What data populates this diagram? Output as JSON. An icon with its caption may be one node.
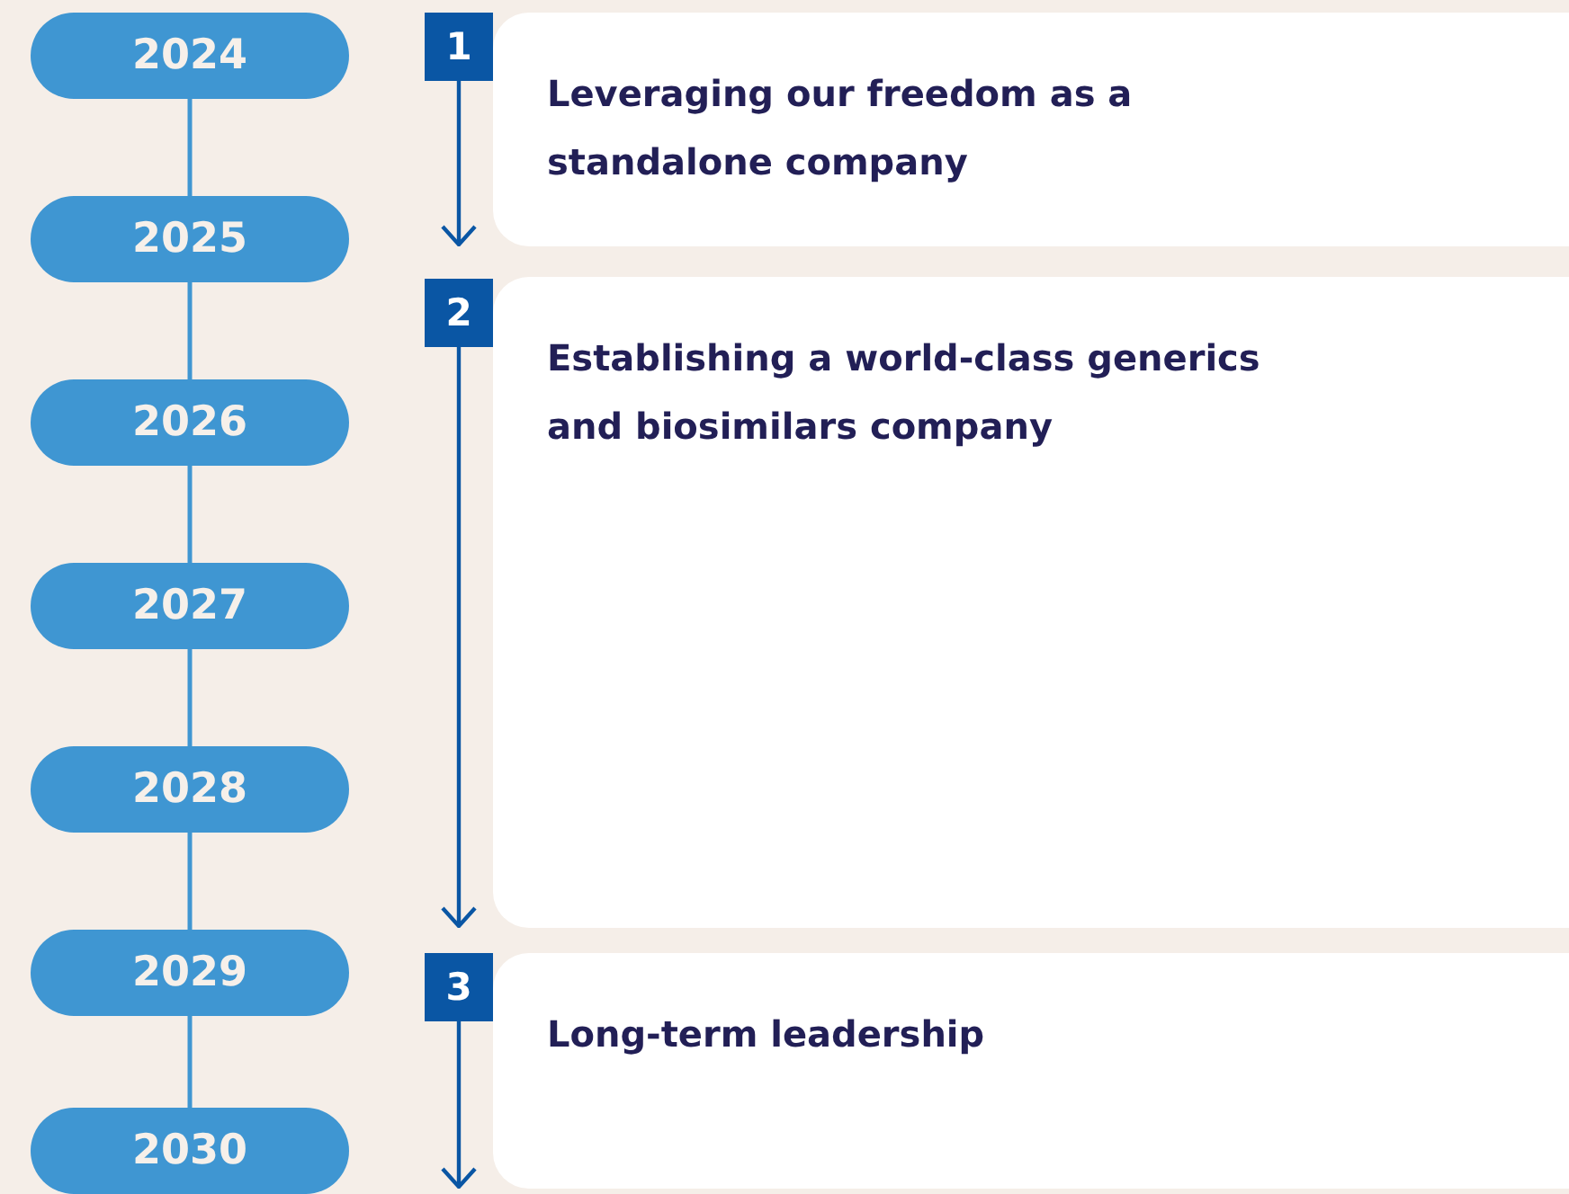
{
  "diagram": {
    "nodes": [
      {
        "text": [
          "2024"
        ]
      },
      {
        "text": [
          "2025"
        ]
      },
      {
        "text": [
          "2026"
        ]
      },
      {
        "text": [
          "2027"
        ]
      },
      {
        "text": [
          "2028"
        ]
      },
      {
        "text": [
          "2029"
        ]
      },
      {
        "text": [
          "2030"
        ]
      },
      {
        "text": [
          "1"
        ]
      },
      {
        "text": [
          "Leveraging our freedom as a standalone company"
        ]
      },
      {
        "text": [
          "2"
        ]
      },
      {
        "text": [
          "Establishing a world-class generics and biosimilars company"
        ]
      },
      {
        "text": [
          "3"
        ]
      },
      {
        "text": [
          "Long-term leadership"
        ]
      }
    ],
    "edges": [
      {
        "from": 0,
        "to": 1,
        "arrow": "none"
      },
      {
        "from": 1,
        "to": 2,
        "arrow": "none"
      },
      {
        "from": 2,
        "to": 3,
        "arrow": "none"
      },
      {
        "from": 3,
        "to": 4,
        "arrow": "none"
      },
      {
        "from": 4,
        "to": 5,
        "arrow": "none"
      },
      {
        "from": 5,
        "to": 6,
        "arrow": "none"
      },
      {
        "from": 7,
        "to": 8,
        "arrow": "to",
        "color": "#0a56a4"
      },
      {
        "from": 9,
        "to": 10,
        "arrow": "to",
        "color": "#0a56a4"
      },
      {
        "from": 11,
        "to": 12,
        "arrow": "to",
        "color": "#0a56a4"
      }
    ]
  }
}
